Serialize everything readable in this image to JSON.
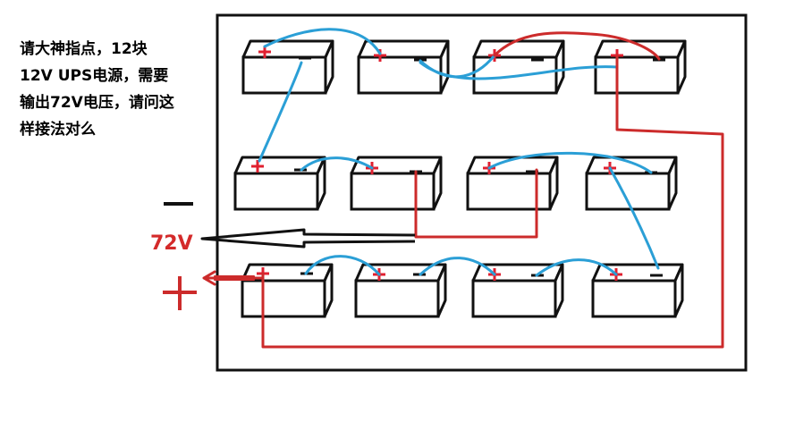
{
  "question": {
    "lines": [
      "请大神指点，12块",
      "12V UPS电源，需要",
      "输出72V电压，请问这",
      "样接法对么"
    ]
  },
  "diagram": {
    "battery_count": 12,
    "battery_voltage": "12V",
    "output_voltage_label": "72V",
    "negative_symbol": "—",
    "positive_symbol": "+",
    "battery_terminal_positive": "+",
    "battery_terminal_negative": "—"
  },
  "colors": {
    "positive_terminal": "#e02030",
    "negative_terminal": "#111111",
    "blue_wire": "#2b9fd6",
    "red_wire": "#cc2b2b",
    "black_wire": "#111111",
    "label_red": "#d42a2a"
  }
}
